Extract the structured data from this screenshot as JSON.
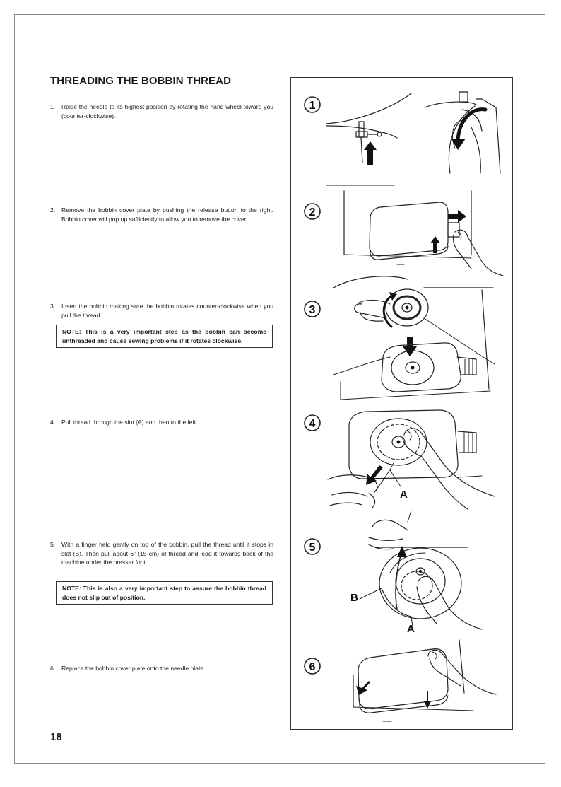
{
  "page": {
    "title": "THREADING THE BOBBIN THREAD",
    "page_number": "18"
  },
  "steps": [
    {
      "num": "1.",
      "text": "Raise the needle to its highest position by rotating the hand wheel toward you (counter-clockwise)."
    },
    {
      "num": "2.",
      "text": "Remove the bobbin cover plate by pushing the release button to the right. Bobbin cover will pop up sufficiently to allow you to remove the cover."
    },
    {
      "num": "3.",
      "text": "Insert the bobbin making sure the bobbin rotates counter-clockwise when you pull the thread."
    },
    {
      "num": "4.",
      "text": "Pull thread through the slot (A) and then to the left."
    },
    {
      "num": "5.",
      "text": "With a finger held gently on top of the bobbin, pull the thread until it stops in slot (B). Then pull about 6\" (15 cm) of thread and lead it towards back of the machine under the presser foot."
    },
    {
      "num": "6.",
      "text": "Replace the bobbin cover plate onto the needle plate."
    }
  ],
  "notes": [
    "NOTE: This is a very important step as the bobbin can become unthreaded and cause sewing problems if it rotates clockwise.",
    "NOTE: This is also a very important step to assure the bobbin thread does not slip out of position."
  ],
  "figures": {
    "badges": [
      "1",
      "2",
      "3",
      "4",
      "5",
      "6"
    ],
    "labels": {
      "a4": "A",
      "a5": "A",
      "b5": "B"
    }
  }
}
